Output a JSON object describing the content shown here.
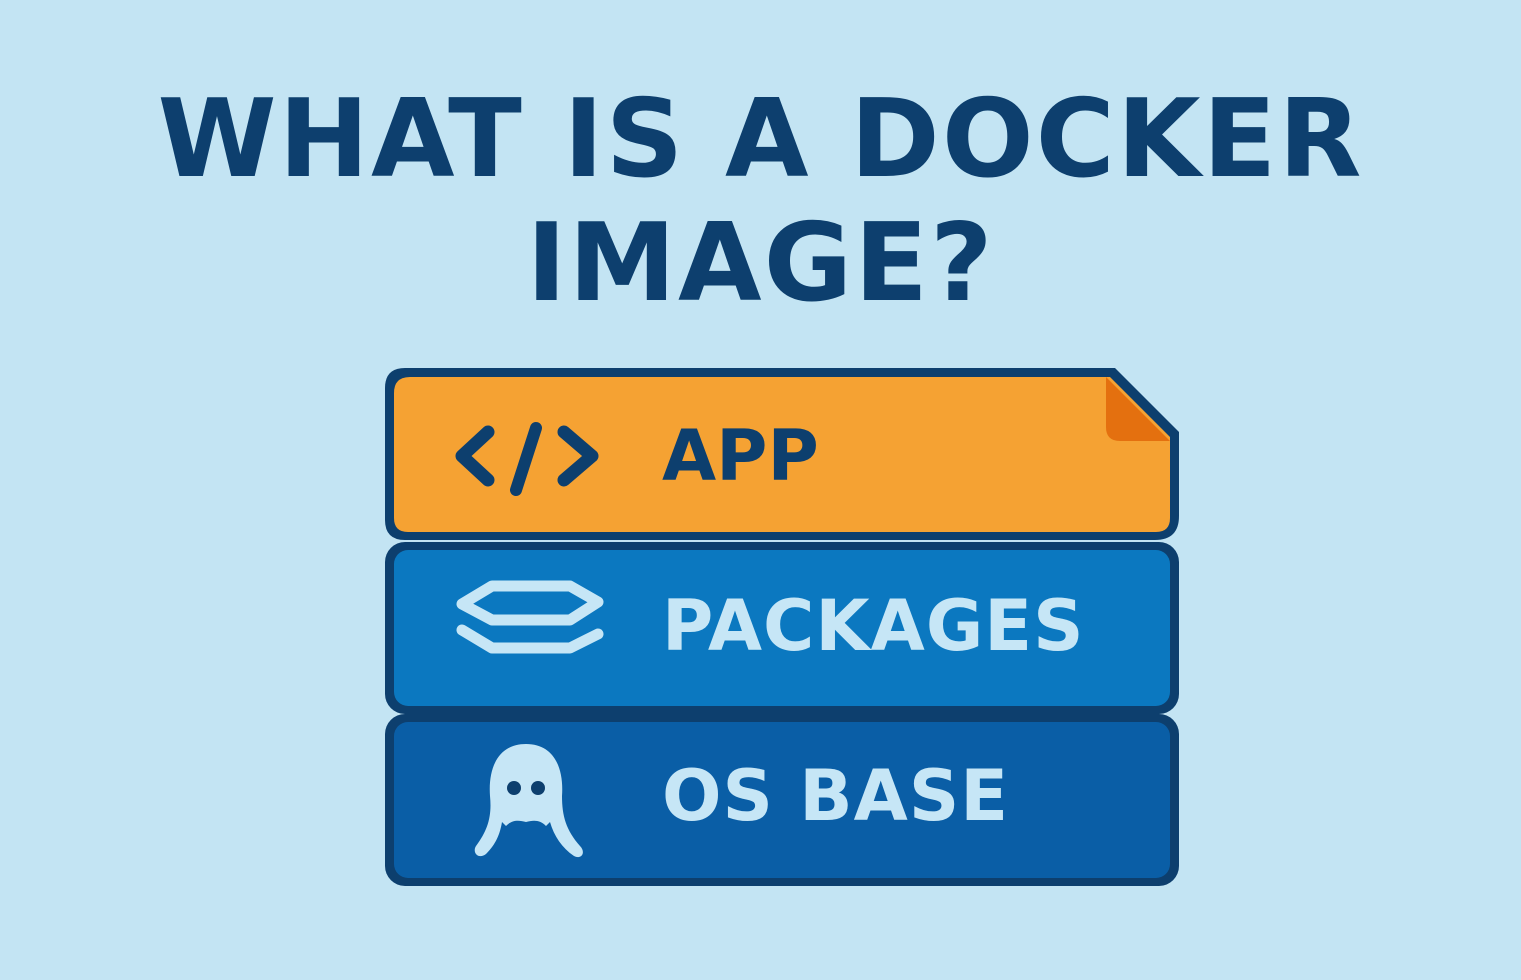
{
  "title": {
    "line1": "WHAT IS A DOCKER",
    "line2": "IMAGE?"
  },
  "layers": [
    {
      "label": "APP",
      "icon": "code-icon",
      "fill": "#f5a233",
      "text_color": "#0d3f6e"
    },
    {
      "label": "PACKAGES",
      "icon": "package-layers-icon",
      "fill": "#0b78c0",
      "text_color": "#c6e6f6"
    },
    {
      "label": "OS BASE",
      "icon": "os-mascot-icon",
      "fill": "#0a5ea6",
      "text_color": "#c6e6f6"
    }
  ],
  "colors": {
    "background": "#c3e4f3",
    "outline": "#0d3f6e",
    "fold": "#e4700f"
  }
}
